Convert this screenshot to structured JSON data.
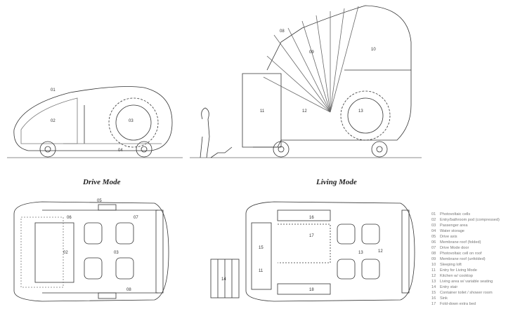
{
  "captions": {
    "drive": "Drive Mode",
    "living": "Living Mode"
  },
  "callouts": {
    "drive_side": [
      "01",
      "02",
      "03",
      "04"
    ],
    "living_side": [
      "08",
      "09",
      "10",
      "11",
      "12",
      "13"
    ],
    "drive_plan": [
      "05",
      "06",
      "07",
      "02",
      "03",
      "08"
    ],
    "living_plan": [
      "16",
      "17",
      "15",
      "11",
      "14",
      "13",
      "12",
      "18"
    ]
  },
  "legend": [
    {
      "num": "01",
      "text": "Photovoltaic cells"
    },
    {
      "num": "02",
      "text": "Entry/bathroom pod (compressed)"
    },
    {
      "num": "03",
      "text": "Passenger area"
    },
    {
      "num": "04",
      "text": "Water storage"
    },
    {
      "num": "05",
      "text": "Drive axis"
    },
    {
      "num": "06",
      "text": "Membrane roof (folded)"
    },
    {
      "num": "07",
      "text": "Drive Mode door"
    },
    {
      "num": "08",
      "text": "Photovoltaic cell on roof"
    },
    {
      "num": "09",
      "text": "Membrane roof (unfolded)"
    },
    {
      "num": "10",
      "text": "Sleeping loft"
    },
    {
      "num": "11",
      "text": "Entry for Living Mode"
    },
    {
      "num": "12",
      "text": "Kitchen w/ cooktop"
    },
    {
      "num": "13",
      "text": "Living area w/ variable seating"
    },
    {
      "num": "14",
      "text": "Entry stair"
    },
    {
      "num": "15",
      "text": "Container toilet / shower room"
    },
    {
      "num": "16",
      "text": "Sink"
    },
    {
      "num": "17",
      "text": "Fold-down extra bed"
    }
  ]
}
